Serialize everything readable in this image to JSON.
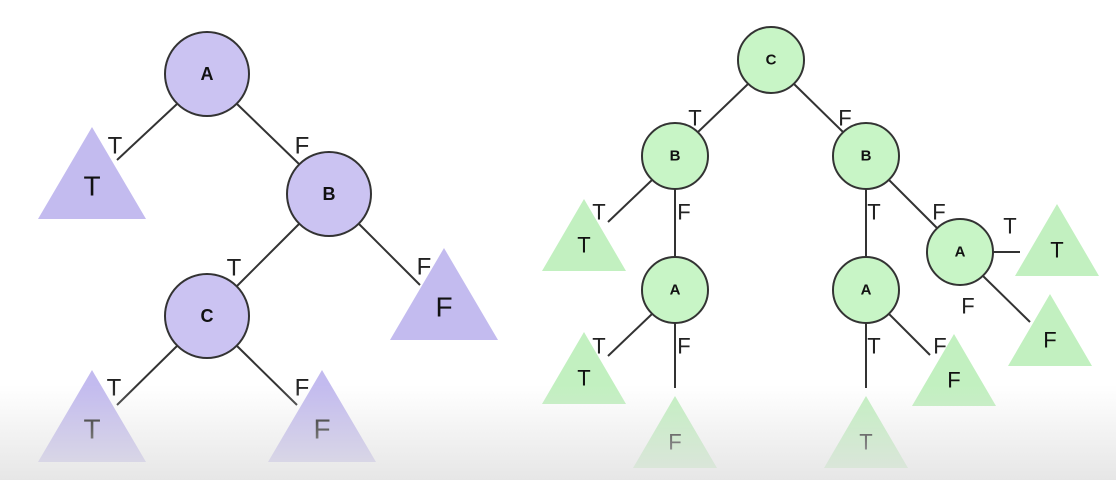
{
  "colors": {
    "left_node_fill": "#cbc3f2",
    "left_leaf_fill": "#c3bbef",
    "right_node_fill": "#c8f5c6",
    "right_leaf_fill": "#c2f0c0",
    "stroke": "#333333"
  },
  "left_tree": {
    "nodes": [
      {
        "id": "l-a",
        "label": "A"
      },
      {
        "id": "l-b",
        "label": "B"
      },
      {
        "id": "l-c",
        "label": "C"
      }
    ],
    "leaves": [
      {
        "id": "l-t1",
        "label": "T"
      },
      {
        "id": "l-f1",
        "label": "F"
      },
      {
        "id": "l-t2",
        "label": "T"
      },
      {
        "id": "l-f2",
        "label": "F"
      }
    ],
    "edges": [
      {
        "from": "l-a",
        "to": "l-t1",
        "label": "T"
      },
      {
        "from": "l-a",
        "to": "l-b",
        "label": "F"
      },
      {
        "from": "l-b",
        "to": "l-c",
        "label": "T"
      },
      {
        "from": "l-b",
        "to": "l-f1",
        "label": "F"
      },
      {
        "from": "l-c",
        "to": "l-t2",
        "label": "T"
      },
      {
        "from": "l-c",
        "to": "l-f2",
        "label": "F"
      }
    ]
  },
  "right_tree": {
    "nodes": [
      {
        "id": "r-c",
        "label": "C"
      },
      {
        "id": "r-b1",
        "label": "B"
      },
      {
        "id": "r-b2",
        "label": "B"
      },
      {
        "id": "r-a1",
        "label": "A"
      },
      {
        "id": "r-a2",
        "label": "A"
      },
      {
        "id": "r-a3",
        "label": "A"
      }
    ],
    "leaves": [
      {
        "id": "r-t1",
        "label": "T"
      },
      {
        "id": "r-t2",
        "label": "T"
      },
      {
        "id": "r-f1",
        "label": "F"
      },
      {
        "id": "r-t3",
        "label": "T"
      },
      {
        "id": "r-f2",
        "label": "F"
      },
      {
        "id": "r-t4",
        "label": "T"
      },
      {
        "id": "r-f3",
        "label": "F"
      }
    ],
    "edges": [
      {
        "from": "r-c",
        "to": "r-b1",
        "label": "T"
      },
      {
        "from": "r-c",
        "to": "r-b2",
        "label": "F"
      },
      {
        "from": "r-b1",
        "to": "r-t1",
        "label": "T"
      },
      {
        "from": "r-b1",
        "to": "r-a1",
        "label": "F"
      },
      {
        "from": "r-a1",
        "to": "r-t2",
        "label": "T"
      },
      {
        "from": "r-a1",
        "to": "r-f1",
        "label": "F"
      },
      {
        "from": "r-b2",
        "to": "r-a2",
        "label": "T"
      },
      {
        "from": "r-b2",
        "to": "r-a3",
        "label": "F"
      },
      {
        "from": "r-a2",
        "to": "r-t3",
        "label": "T"
      },
      {
        "from": "r-a2",
        "to": "r-f2",
        "label": "F"
      },
      {
        "from": "r-a3",
        "to": "r-t4",
        "label": "T"
      },
      {
        "from": "r-a3",
        "to": "r-f3",
        "label": "F"
      }
    ]
  }
}
